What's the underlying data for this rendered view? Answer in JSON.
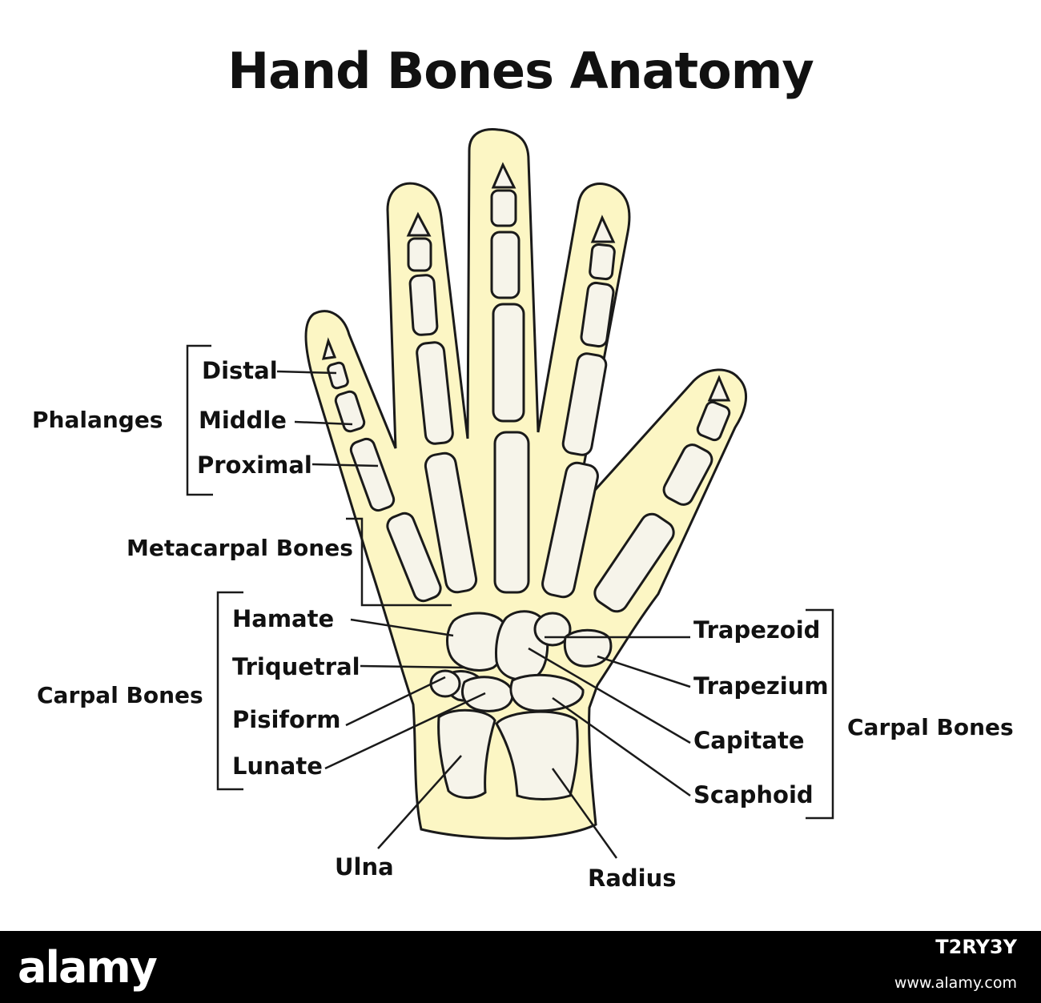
{
  "title": "Hand Bones Anatomy",
  "groups": {
    "phalanges": "Phalanges",
    "metacarpal": "Metacarpal Bones",
    "carpal_left": "Carpal Bones",
    "carpal_right": "Carpal Bones"
  },
  "labels": {
    "distal": "Distal",
    "middle": "Middle",
    "proximal": "Proximal",
    "hamate": "Hamate",
    "triquetral": "Triquetral",
    "pisiform": "Pisiform",
    "lunate": "Lunate",
    "trapezoid": "Trapezoid",
    "trapezium": "Trapezium",
    "capitate": "Capitate",
    "scaphoid": "Scaphoid",
    "ulna": "Ulna",
    "radius": "Radius"
  },
  "colors": {
    "skin": "#fcf6c4",
    "bone": "#f6f4ea",
    "outline": "#1a1a1a"
  },
  "footer": {
    "brand": "alamy",
    "image_id": "T2RY3Y",
    "url": "www.alamy.com"
  }
}
